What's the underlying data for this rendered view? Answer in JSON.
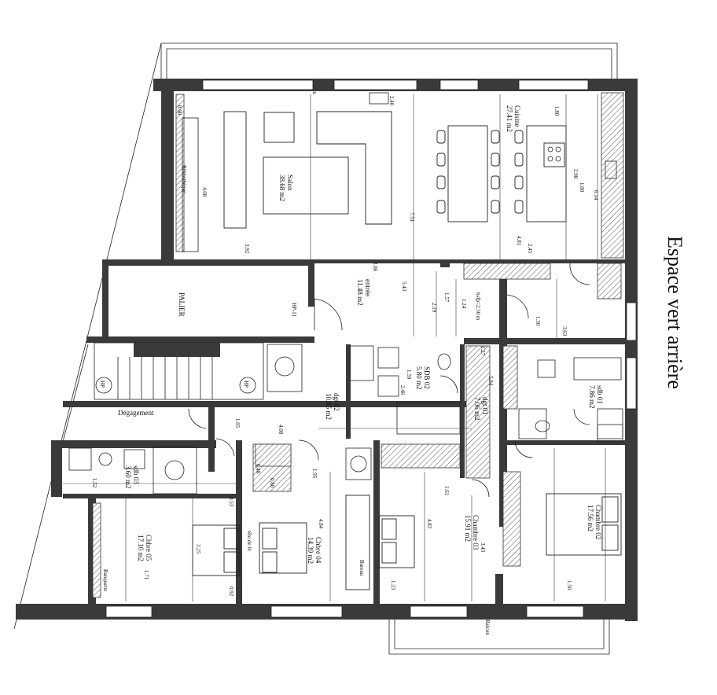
{
  "title": "Espace vert arrière",
  "balcony_top": "Balcon",
  "balcony_bottom": "Balcon",
  "rooms": {
    "salon": {
      "name": "Salon",
      "area": "38.68 m2"
    },
    "cuisine": {
      "name": "Cuisine",
      "area": "27.41 m2"
    },
    "entree": {
      "name": "entrée",
      "area": "11.48 m2"
    },
    "palier": {
      "name": "PALIER"
    },
    "sdb_02": {
      "name": "SDB 02",
      "area": "5.80 m2"
    },
    "dgt_02": {
      "name": "dgt 02",
      "area": "10.85 m2"
    },
    "dgt_01": {
      "name": "dgt 01",
      "area": "7.06 m2"
    },
    "sdb_01": {
      "name": "sdb 01",
      "area": "7.86 m2"
    },
    "sdb_03": {
      "name": "sdb 03",
      "area": "3.60 m2"
    },
    "chbre_05": {
      "name": "Chbre 05",
      "area": "17.10 m2"
    },
    "chbre_04": {
      "name": "Chbre 04",
      "area": "14.39 m2"
    },
    "chambre_03": {
      "name": "Chambre 03",
      "area": "15.91 m2"
    },
    "chambre_02": {
      "name": "Chambre 02",
      "area": "17.56 m2"
    },
    "degagement": {
      "name": "Dégagement"
    },
    "bureau": {
      "name": "Bureau"
    },
    "banquette": {
      "name": "Banquette"
    },
    "tete_de_lit": {
      "name": "tête de lit"
    },
    "bibliotheque": {
      "name": "Bibliothèque"
    }
  },
  "labels": {
    "hp": "HP",
    "hp_11": "HP-11",
    "hsfp": "hsfp=2.50 m"
  },
  "dimensions": {
    "d_090": "0.90",
    "d_240": "2.40",
    "d_408": "4.08",
    "d_392": "3.92",
    "d_751": "7.51",
    "d_180": "1.80",
    "d_298": "2.98",
    "d_100": "1.00",
    "d_614": "6.14",
    "d_481": "4.81",
    "d_245": "2.45",
    "d_386": "3.86",
    "d_543": "5.43",
    "d_219": "2.19",
    "d_157": "1.57",
    "d_124": "1.24",
    "d_127": "1.27",
    "d_130": "1.30",
    "d_363": "3.63",
    "d_594": "5.94",
    "d_159": "1.59",
    "d_246": "2.46",
    "d_408b": "4.08",
    "d_105": "1.05",
    "d_195": "1.95",
    "d_484": "4.84",
    "d_325": "3.25",
    "d_483": "4.83",
    "d_161": "1.61",
    "d_123": "1.23",
    "d_150": "1.50",
    "d_343": "3.43",
    "d_048": "0.48",
    "d_080": "0.80",
    "d_053": "0.53",
    "d_092": "0.92",
    "d_171": "1.71",
    "d_152": "1.52"
  }
}
